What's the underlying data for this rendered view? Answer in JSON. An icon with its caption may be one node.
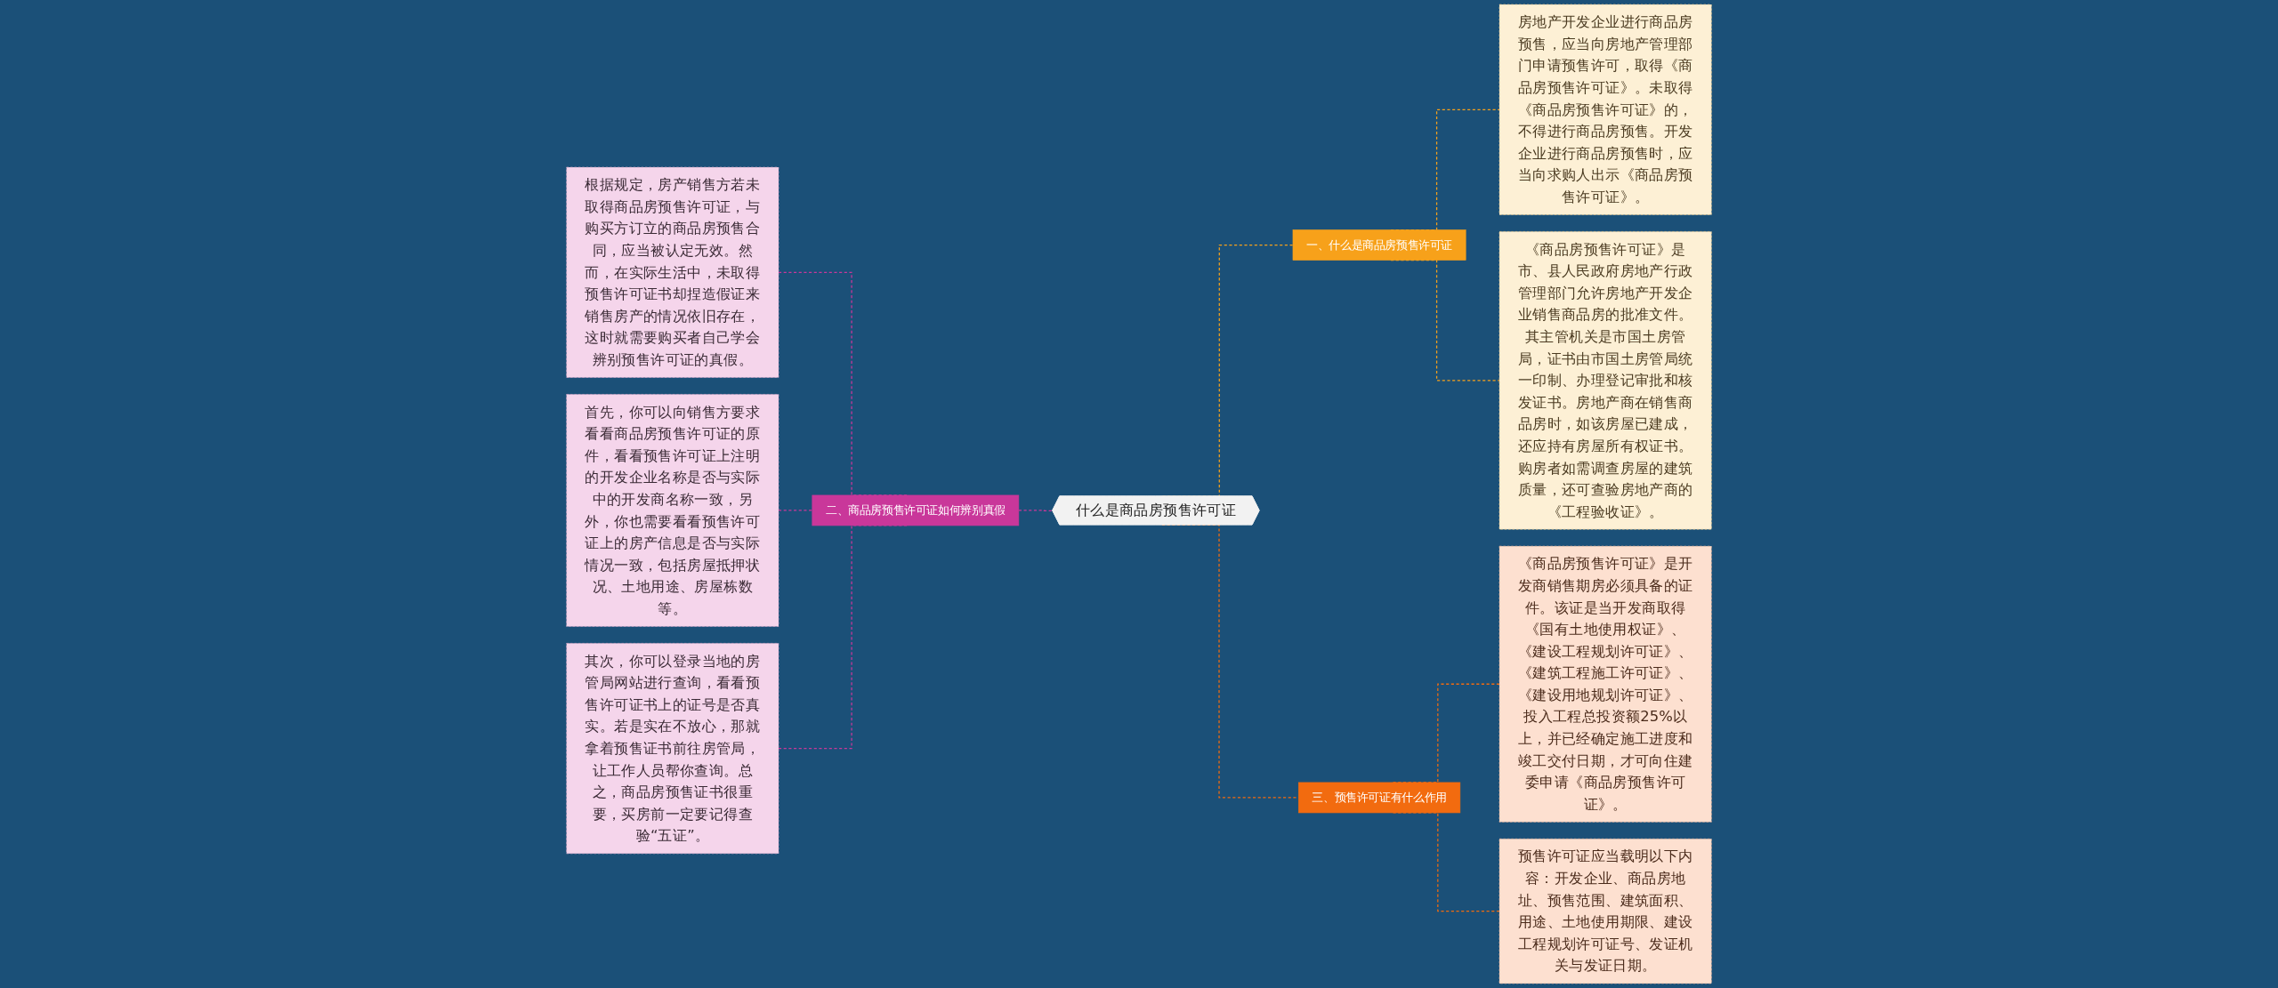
{
  "diagram": {
    "nodes": [
      {
        "text": [
          "什么是商品房预售许可证"
        ]
      },
      {
        "text": [
          "一、什么是商品房预售许可证"
        ]
      },
      {
        "text": [
          "房地产开发企业进行商品房预售，应当向房地产管理部门申请预售许可，取得《商品房预售许可证》。未取得《商品房预售许可证》的，不得进行商品房预售。开发企业进行商品房预售时，应当向求购人出示《商品房预售许可证》。"
        ]
      },
      {
        "text": [
          "《商品房预售许可证》是市、县人民政府房地产行政管理部门允许房地产开发企业销售商品房的批准文件。其主管机关是市国土房管局，证书由市国土房管局统一印制、办理登记审批和核发证书。房地产商在销售商品房时，如该房屋已建成，还应持有房屋所有权证书。购房者如需调查房屋的建筑质量，还可查验房地产商的《工程验收证》。"
        ]
      },
      {
        "text": [
          "二、商品房预售许可证如何辨别真假"
        ]
      },
      {
        "text": [
          "根据规定，房产销售方若未取得商品房预售许可证，与购买方订立的商品房预售合同，应当被认定无效。然而，在实际生活中，未取得预售许可证书却捏造假证来销售房产的情况依旧存在，这时就需要购买者自己学会辨别预售许可证的真假。"
        ]
      },
      {
        "text": [
          "首先，你可以向销售方要求看看商品房预售许可证的原件，看看预售许可证上注明的开发企业名称是否与实际中的开发商名称一致，另外，你也需要看看预售许可证上的房产信息是否与实际情况一致，包括房屋抵押状况、土地用途、房屋栋数等。"
        ]
      },
      {
        "text": [
          "其次，你可以登录当地的房管局网站进行查询，看看预售许可证书上的证号是否真实。若是实在不放心，那就拿着预售证书前往房管局，让工作人员帮你查询。总之，商品房预售证书很重要，买房前一定要记得查验“五证”。"
        ]
      },
      {
        "text": [
          "三、预售许可证有什么作用"
        ]
      },
      {
        "text": [
          "《商品房预售许可证》是开发商销售期房必须具备的证件。该证是当开发商取得《国有土地使用权证》、《建设工程规划许可证》、《建筑工程施工许可证》、《建设用地规划许可证》、投入工程总投资额25%以上，并已经确定施工进度和竣工交付日期，才可向住建委申请《商品房预售许可证》。"
        ]
      },
      {
        "text": [
          "预售许可证应当载明以下内容：开发企业、商品房地址、预售范围、建筑面积、用途、土地使用期限、建设工程规划许可证号、发证机关与发证日期。"
        ]
      }
    ],
    "edges": [
      {
        "from": 0,
        "to": 1,
        "arrow": "none",
        "style": "dashed",
        "color": "#f7a11a"
      },
      {
        "from": 1,
        "to": 2,
        "arrow": "none",
        "style": "dashed",
        "color": "#f7a11a"
      },
      {
        "from": 1,
        "to": 3,
        "arrow": "none",
        "style": "dashed",
        "color": "#f7a11a"
      },
      {
        "from": 0,
        "to": 4,
        "arrow": "none",
        "style": "dashed",
        "color": "#c9379a"
      },
      {
        "from": 4,
        "to": 5,
        "arrow": "none",
        "style": "dashed",
        "color": "#c9379a"
      },
      {
        "from": 4,
        "to": 6,
        "arrow": "none",
        "style": "dashed",
        "color": "#c9379a"
      },
      {
        "from": 4,
        "to": 7,
        "arrow": "none",
        "style": "dashed",
        "color": "#c9379a"
      },
      {
        "from": 0,
        "to": 8,
        "arrow": "none",
        "style": "dashed",
        "color": "#f26b0f"
      },
      {
        "from": 8,
        "to": 9,
        "arrow": "none",
        "style": "dashed",
        "color": "#f26b0f"
      },
      {
        "from": 8,
        "to": 10,
        "arrow": "none",
        "style": "dashed",
        "color": "#f26b0f"
      }
    ]
  }
}
